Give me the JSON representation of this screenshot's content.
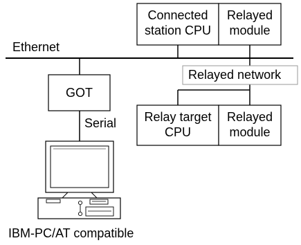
{
  "diagram": {
    "ethernet_label": "Ethernet",
    "got_label": "GOT",
    "serial_label": "Serial",
    "pc_label": "IBM-PC/AT compatible",
    "relayed_network_label": "Relayed network",
    "connected_station": {
      "line1": "Connected",
      "line2": "station CPU"
    },
    "connected_relayed_module": {
      "line1": "Relayed",
      "line2": "module"
    },
    "relay_target": {
      "line1": "Relay target",
      "line2": "CPU"
    },
    "target_relayed_module": {
      "line1": "Relayed",
      "line2": "module"
    }
  }
}
